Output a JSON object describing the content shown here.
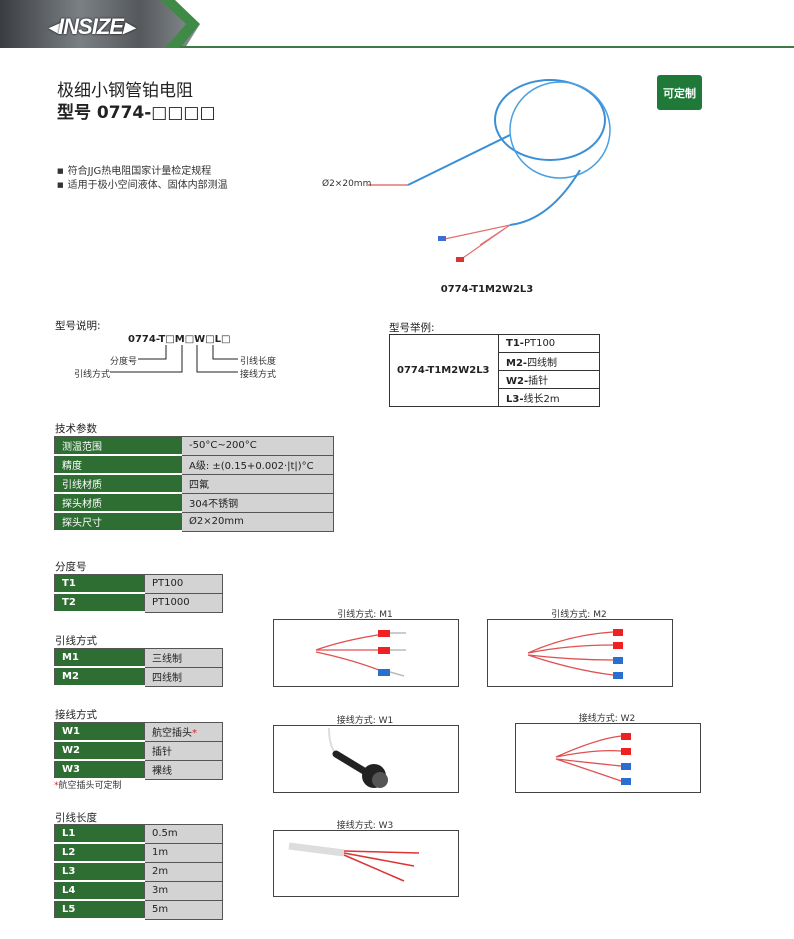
{
  "brand": {
    "logo": "INSIZE"
  },
  "title": {
    "line1": "极细小钢管铂电阻",
    "line2": "型号 0774-□□□□"
  },
  "badge": "可定制",
  "bullets": [
    "符合JJG热电阻国家计量检定规程",
    "适用于极小空间液体、固体内部测温"
  ],
  "product_image": {
    "dimension_label": "Ø2×20mm",
    "caption": "0774-T1M2W2L3"
  },
  "model_explain": {
    "heading": "型号说明:",
    "code": "0774-T□M□W□L□",
    "labels": {
      "graduation": "分度号",
      "lead_type": "引线方式",
      "lead_length": "引线长度",
      "connection": "接线方式"
    }
  },
  "model_example": {
    "heading": "型号举例:",
    "model": "0774-T1M2W2L3",
    "rows": [
      {
        "k": "T1-",
        "v": "PT100"
      },
      {
        "k": "M2-",
        "v": "四线制"
      },
      {
        "k": "W2-",
        "v": "插针"
      },
      {
        "k": "L3-",
        "v": "线长2m"
      }
    ]
  },
  "tech": {
    "heading": "技术参数",
    "rows": [
      {
        "k": "测温范围",
        "v": "-50°C~200°C"
      },
      {
        "k": "精度",
        "v": "A级: ±(0.15+0.002·|t|)°C"
      },
      {
        "k": "引线材质",
        "v": "四氟"
      },
      {
        "k": "探头材质",
        "v": "304不锈钢"
      },
      {
        "k": "探头尺寸",
        "v": "Ø2×20mm"
      }
    ]
  },
  "graduation": {
    "heading": "分度号",
    "rows": [
      {
        "k": "T1",
        "v": "PT100"
      },
      {
        "k": "T2",
        "v": "PT1000"
      }
    ]
  },
  "lead_type": {
    "heading": "引线方式",
    "rows": [
      {
        "k": "M1",
        "v": "三线制"
      },
      {
        "k": "M2",
        "v": "四线制"
      }
    ]
  },
  "connection": {
    "heading": "接线方式",
    "rows": [
      {
        "k": "W1",
        "v": "航空插头",
        "star": "*"
      },
      {
        "k": "W2",
        "v": "插针"
      },
      {
        "k": "W3",
        "v": "裸线"
      }
    ],
    "note_star": "*",
    "note": "航空插头可定制"
  },
  "lead_length": {
    "heading": "引线长度",
    "rows": [
      {
        "k": "L1",
        "v": "0.5m"
      },
      {
        "k": "L2",
        "v": "1m"
      },
      {
        "k": "L3",
        "v": "2m"
      },
      {
        "k": "L4",
        "v": "3m"
      },
      {
        "k": "L5",
        "v": "5m"
      }
    ]
  },
  "photos": {
    "m1": "引线方式: M1",
    "m2": "引线方式: M2",
    "w1": "接线方式: W1",
    "w2": "接线方式: W2",
    "w3": "接线方式: W3"
  }
}
